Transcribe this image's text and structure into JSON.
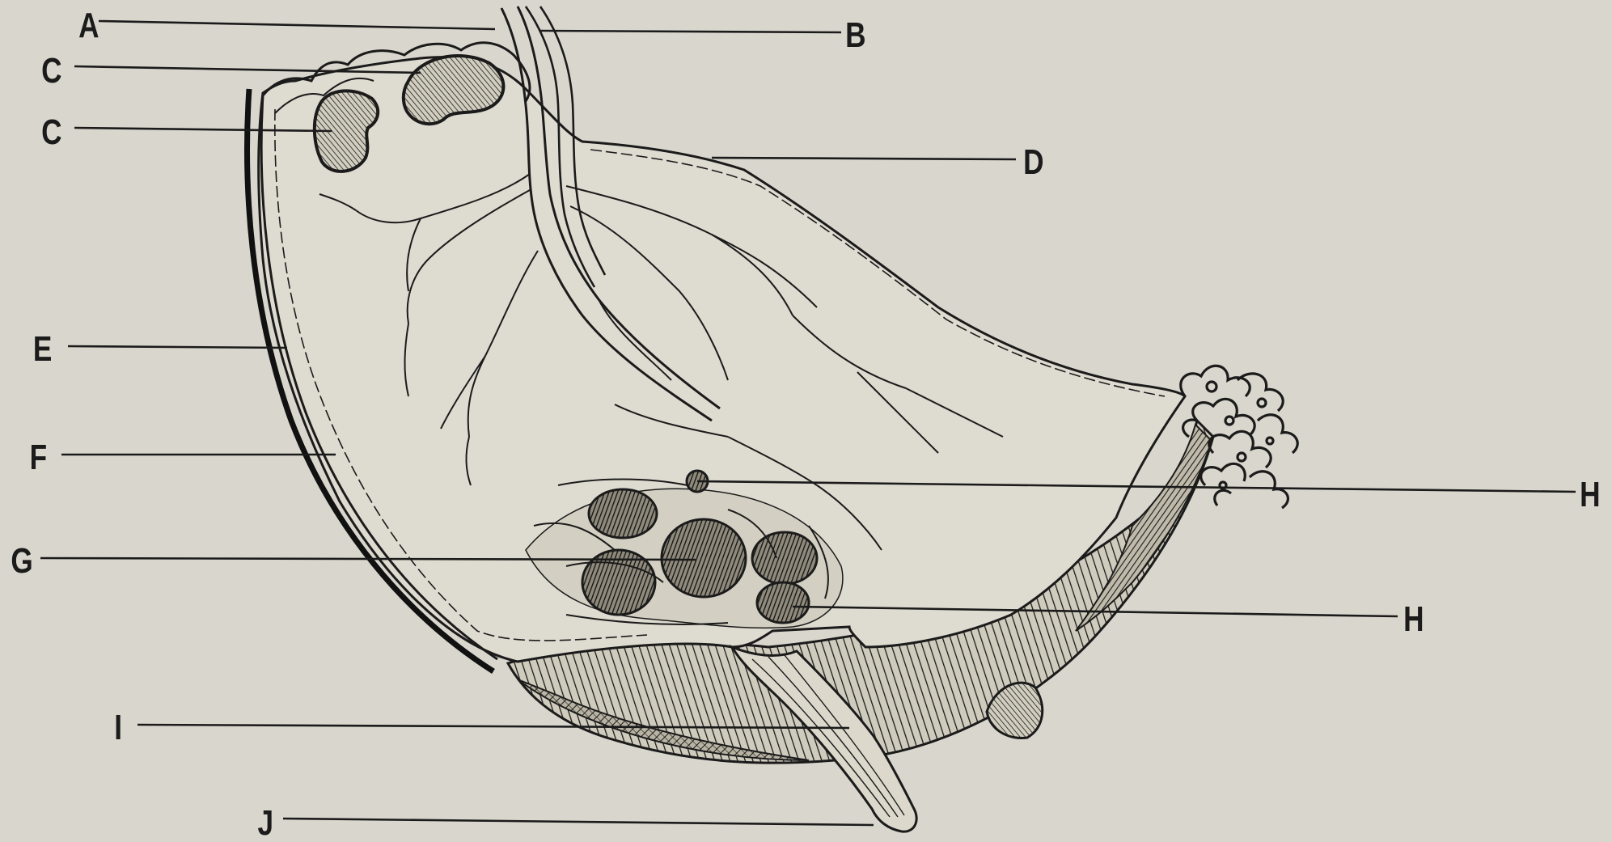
{
  "labels": {
    "a": "A",
    "b": "B",
    "c_upper": "C",
    "c_lower": "C",
    "d": "D",
    "e": "E",
    "f": "F",
    "g": "G",
    "h_upper": "H",
    "h_lower": "H",
    "i": "I",
    "j": "J"
  },
  "colors": {
    "paper": "#d9d7cd",
    "ink": "#1b1b1b"
  }
}
